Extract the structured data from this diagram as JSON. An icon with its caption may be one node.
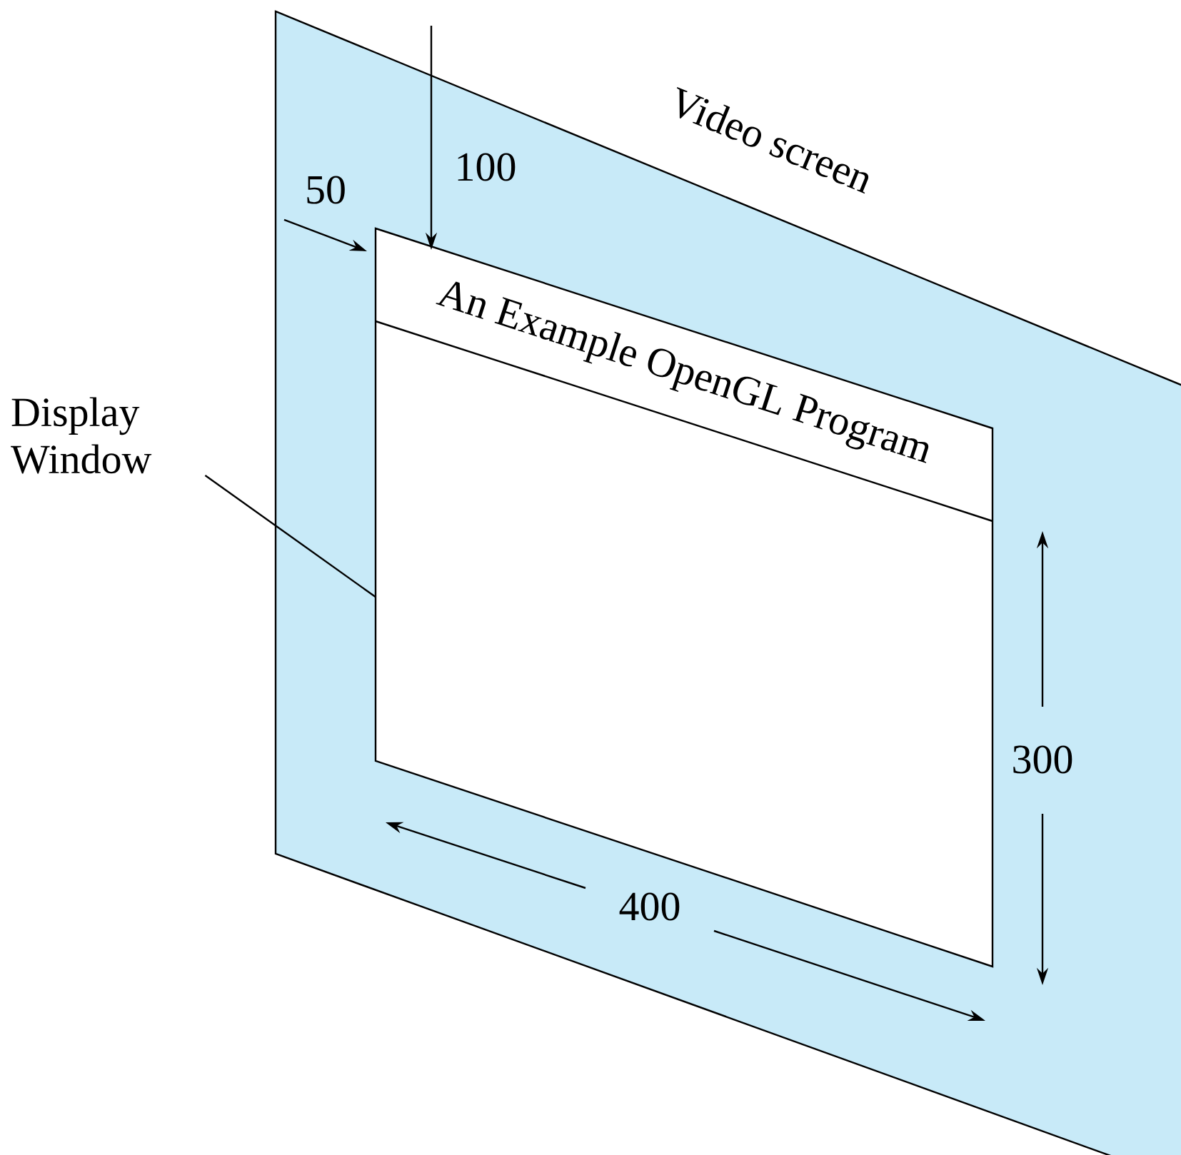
{
  "diagram": {
    "nodes": [
      {
        "text": [
          "Video screen"
        ]
      },
      {
        "text": [
          "An Example OpenGL Program"
        ],
        "in": 0
      },
      {
        "text": [
          "Display Window"
        ]
      }
    ],
    "edges": [
      {
        "from": 2,
        "to": 1,
        "arrow": "none"
      }
    ],
    "labels": [
      "100",
      "50",
      "300",
      "400"
    ]
  }
}
